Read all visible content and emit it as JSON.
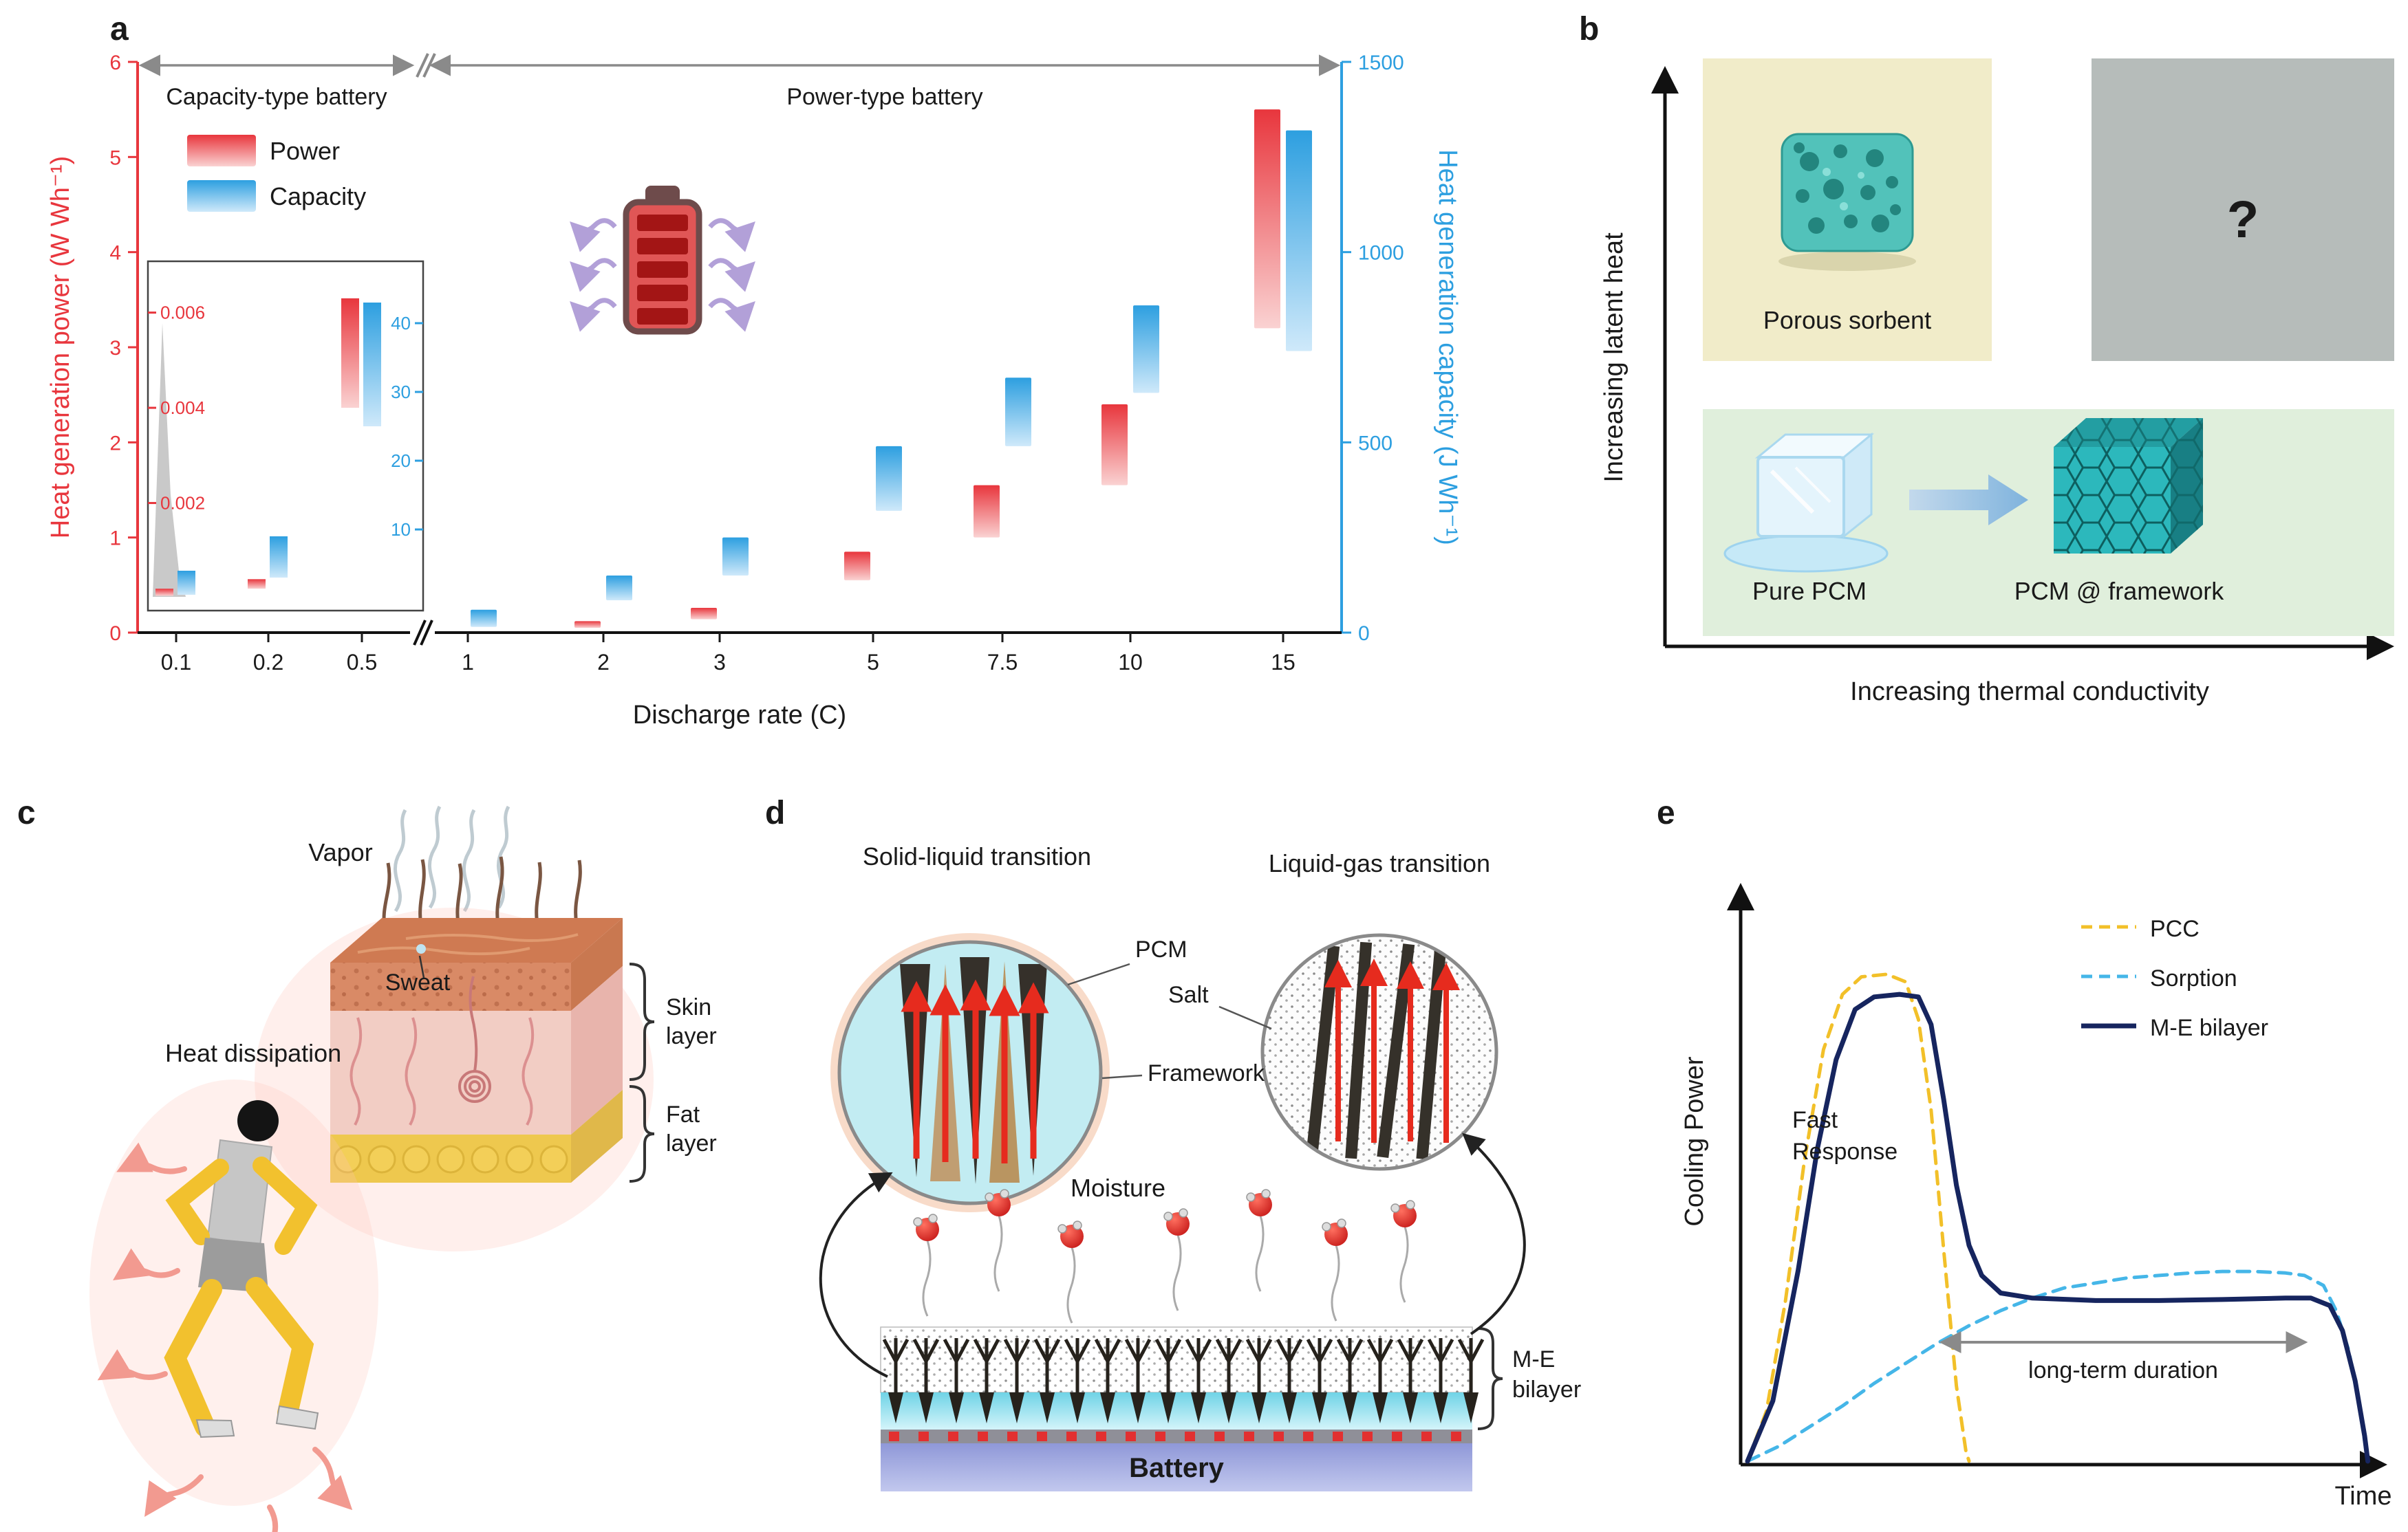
{
  "panel_a": {
    "label": "a"
  },
  "panel_b": {
    "label": "b",
    "y_axis_label": "Increasing latent heat",
    "x_axis_label": "Increasing thermal conductivity",
    "porous_sorbent": "Porous sorbent",
    "question_mark": "?",
    "pure_pcm": "Pure PCM",
    "pcm_framework": "PCM @ framework"
  },
  "panel_c": {
    "label": "c",
    "vapor": "Vapor",
    "sweat": "Sweat",
    "heat_dissipation": "Heat dissipation",
    "skin_layer": [
      "Skin",
      "layer"
    ],
    "fat_layer": [
      "Fat",
      "layer"
    ]
  },
  "panel_d": {
    "label": "d",
    "title_left": "Solid-liquid transition",
    "title_right": "Liquid-gas transition",
    "pcm": "PCM",
    "salt": "Salt",
    "framework": "Framework",
    "moisture": "Moisture",
    "bilayer": [
      "M-E",
      "bilayer"
    ],
    "battery": "Battery"
  },
  "panel_e": {
    "label": "e",
    "fast_response": [
      "Fast",
      "Response"
    ],
    "duration": "long-term duration"
  },
  "chart_data": [
    {
      "panel": "a",
      "type": "bar",
      "xlabel": "Discharge rate (C)",
      "ylabel_left": "Heat generation power (W Wh⁻¹)",
      "ylabel_right": "Heat generation capacity (J Wh⁻¹)",
      "ylim_left": [
        0,
        6
      ],
      "ylim_right": [
        0,
        1500
      ],
      "y_left_ticks": [
        "0",
        "1",
        "2",
        "3",
        "4",
        "5",
        "6"
      ],
      "y_right_ticks": [
        "0",
        "500",
        "1000",
        "1500"
      ],
      "categories": [
        "0.1",
        "0.2",
        "0.5",
        "1",
        "2",
        "3",
        "5",
        "7.5",
        "10",
        "15"
      ],
      "axis_break_after": "0.5",
      "region_annotations": [
        "Capacity-type battery",
        "Power-type battery"
      ],
      "series": [
        {
          "name": "Power",
          "axis": "left",
          "unit": "W Wh⁻¹",
          "color_top": "#e8363d",
          "color_bottom": "#fad2d2",
          "ranges": [
            null,
            null,
            null,
            null,
            [
              0.05,
              0.12
            ],
            [
              0.14,
              0.26
            ],
            [
              0.55,
              0.85
            ],
            [
              1.0,
              1.55
            ],
            [
              1.55,
              2.4
            ],
            [
              3.2,
              5.5
            ]
          ]
        },
        {
          "name": "Capacity",
          "axis": "right",
          "unit": "J Wh⁻¹",
          "color_top": "#2d9fe0",
          "color_bottom": "#cfe9fa",
          "ranges": [
            null,
            null,
            null,
            [
              15,
              60
            ],
            [
              85,
              150
            ],
            [
              150,
              250
            ],
            [
              320,
              490
            ],
            [
              490,
              670
            ],
            [
              630,
              860
            ],
            [
              740,
              1320
            ]
          ]
        }
      ],
      "inset": {
        "categories": [
          "0.1",
          "0.2",
          "0.5"
        ],
        "ylim_left": [
          0,
          0.0065
        ],
        "ylim_right": [
          0,
          45
        ],
        "y_left_ticks": [
          "0.002",
          "0.004",
          "0.006"
        ],
        "y_right_ticks": [
          "10",
          "20",
          "30",
          "40"
        ],
        "series": [
          {
            "name": "Power",
            "axis": "left",
            "ranges": [
              [
                5e-05,
                0.0002
              ],
              [
                0.0002,
                0.0004
              ],
              [
                0.004,
                0.0063
              ]
            ]
          },
          {
            "name": "Capacity",
            "axis": "right",
            "ranges": [
              [
                0.5,
                4
              ],
              [
                3,
                9
              ],
              [
                25,
                43
              ]
            ]
          }
        ]
      }
    },
    {
      "panel": "e",
      "type": "line",
      "xlabel": "Time",
      "ylabel": "Cooling Power",
      "xlim": [
        0,
        1
      ],
      "ylim": [
        0,
        1
      ],
      "legend_position": "top-right",
      "annotations": [
        "Fast Response",
        "long-term duration"
      ],
      "series": [
        {
          "name": "PCC",
          "style": "dashed",
          "color": "#f2c029",
          "points": [
            [
              0,
              0
            ],
            [
              0.03,
              0.1
            ],
            [
              0.06,
              0.32
            ],
            [
              0.09,
              0.6
            ],
            [
              0.12,
              0.82
            ],
            [
              0.15,
              0.93
            ],
            [
              0.18,
              0.965
            ],
            [
              0.22,
              0.97
            ],
            [
              0.25,
              0.955
            ],
            [
              0.27,
              0.88
            ],
            [
              0.29,
              0.7
            ],
            [
              0.31,
              0.42
            ],
            [
              0.33,
              0.15
            ],
            [
              0.345,
              0.02
            ],
            [
              0.35,
              0
            ]
          ]
        },
        {
          "name": "Sorption",
          "style": "dashed",
          "color": "#45b6e8",
          "points": [
            [
              0,
              0
            ],
            [
              0.05,
              0.03
            ],
            [
              0.1,
              0.07
            ],
            [
              0.15,
              0.11
            ],
            [
              0.2,
              0.155
            ],
            [
              0.25,
              0.195
            ],
            [
              0.3,
              0.235
            ],
            [
              0.35,
              0.27
            ],
            [
              0.4,
              0.3
            ],
            [
              0.45,
              0.325
            ],
            [
              0.5,
              0.345
            ],
            [
              0.55,
              0.355
            ],
            [
              0.6,
              0.365
            ],
            [
              0.65,
              0.37
            ],
            [
              0.7,
              0.375
            ],
            [
              0.75,
              0.378
            ],
            [
              0.8,
              0.378
            ],
            [
              0.85,
              0.375
            ],
            [
              0.88,
              0.37
            ],
            [
              0.91,
              0.35
            ],
            [
              0.93,
              0.3
            ],
            [
              0.95,
              0.22
            ],
            [
              0.965,
              0.12
            ],
            [
              0.975,
              0.04
            ],
            [
              0.98,
              0
            ]
          ]
        },
        {
          "name": "M-E bilayer",
          "style": "solid",
          "color": "#16255f",
          "points": [
            [
              0,
              0
            ],
            [
              0.04,
              0.12
            ],
            [
              0.08,
              0.38
            ],
            [
              0.11,
              0.62
            ],
            [
              0.14,
              0.8
            ],
            [
              0.17,
              0.9
            ],
            [
              0.2,
              0.925
            ],
            [
              0.24,
              0.93
            ],
            [
              0.27,
              0.925
            ],
            [
              0.29,
              0.87
            ],
            [
              0.31,
              0.72
            ],
            [
              0.33,
              0.55
            ],
            [
              0.35,
              0.43
            ],
            [
              0.37,
              0.37
            ],
            [
              0.4,
              0.335
            ],
            [
              0.45,
              0.325
            ],
            [
              0.55,
              0.32
            ],
            [
              0.65,
              0.32
            ],
            [
              0.75,
              0.322
            ],
            [
              0.85,
              0.325
            ],
            [
              0.89,
              0.325
            ],
            [
              0.92,
              0.31
            ],
            [
              0.94,
              0.26
            ],
            [
              0.96,
              0.16
            ],
            [
              0.975,
              0.05
            ],
            [
              0.98,
              0
            ]
          ]
        }
      ]
    }
  ]
}
